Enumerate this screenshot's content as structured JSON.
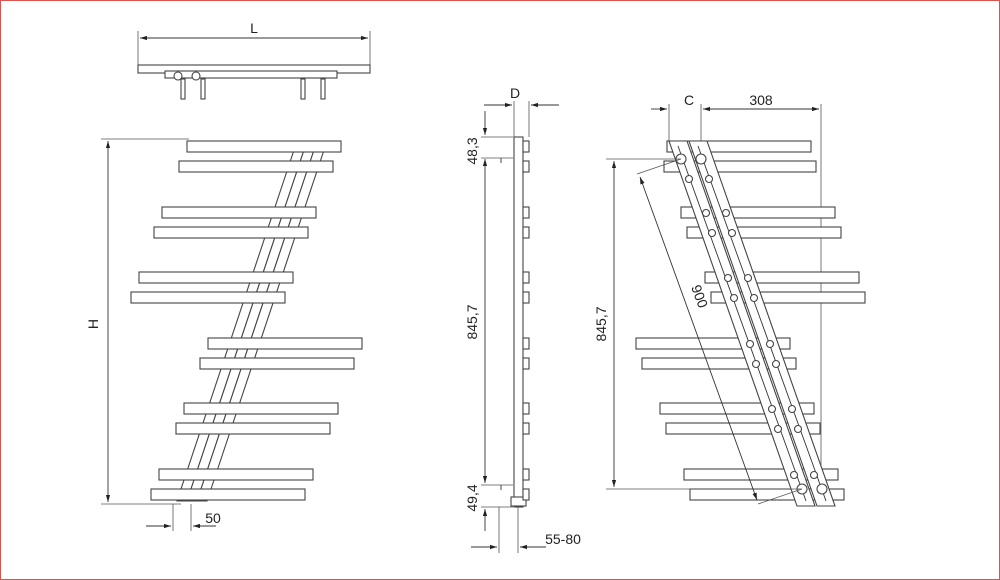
{
  "colors": {
    "frame": "#d9534f",
    "line": "#444444",
    "background": "#ffffff"
  },
  "top_view": {
    "width_label": "L"
  },
  "front_view": {
    "height_label": "H",
    "pipe_offset_label": "50"
  },
  "side_view": {
    "depth_label": "D",
    "top_offset_label": "48,3",
    "center_distance_label": "845,7",
    "bottom_offset_label": "49,4",
    "wall_distance_label": "55-80"
  },
  "tilted_view": {
    "c_label": "C",
    "width_label": "308",
    "height_label": "845,7",
    "diagonal_label": "900"
  }
}
